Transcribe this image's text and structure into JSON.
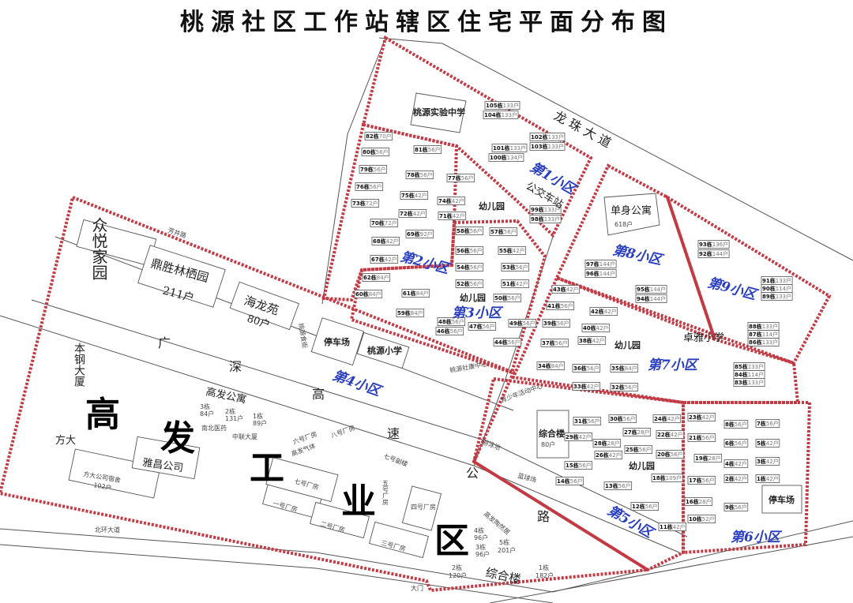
{
  "title": "桃源社区工作站辖区住宅平面分布图",
  "roads": {
    "longzhu": "龙 珠 大 道",
    "guangshen": [
      "广",
      "深",
      "高",
      "速",
      "公",
      "路"
    ],
    "beihuan": "北环大道",
    "fangjing": "芳井路",
    "damen": "大门",
    "taoyuan_food_street": "桃源食街"
  },
  "zones": [
    "第1小区",
    "第2小区",
    "第3小区",
    "第4小区",
    "第5小区",
    "第6小区",
    "第7小区",
    "第8小区",
    "第9小区"
  ],
  "industrial_area": [
    "高",
    "发",
    "工",
    "业",
    "区"
  ],
  "landmarks": {
    "school_middle": "桃源实验中学",
    "bus_stop": "公交车站",
    "kindergarten_2": "幼儿园",
    "kindergarten_3": "幼儿园",
    "kindergarten_7": "幼儿园",
    "kindergarten_5": "幼儿园",
    "singles_apartment": "单身公寓",
    "singles_apartment_households": "618户",
    "zhuoya_school": "卓雅小学",
    "parking_4": "停车场",
    "taoyuan_primary": "桃源小学",
    "health_center": "桃源社康中心",
    "youth_center": "青少年活动中心",
    "swimming_pool": "游泳池",
    "complex_5": "综合楼",
    "complex_5_households": "80户",
    "basketball": "蓝球场",
    "parking_6": "停车场",
    "zhongyue": "众悦家园",
    "dingsheng": "鼎胜林栖园",
    "dingsheng_households": "211户",
    "hailong": "海龙苑",
    "hailong_households": "80户",
    "bengang": "本钢大厦",
    "gaofa_apartment": "高发公寓",
    "gf_b3": "3栋",
    "gf_b3_h": "84户",
    "gf_b2": "2栋",
    "gf_b2_h": "131户",
    "gf_b1": "1栋",
    "gf_b1_h": "89户",
    "nanbei": "南北医药",
    "zhonglian": "中联大厦",
    "fangda": "方大",
    "yachang": "雅昌公司",
    "fangda_dorm": "方大公司宿舍",
    "fangda_dorm_households": "102户",
    "factory6": "六号厂房",
    "gaofa_gas": "高发气体",
    "factory8": "八号厂房",
    "factory7": "七号厂房",
    "factory7_annex": "七号副楼",
    "factory5": "五号厂房",
    "factory4": "四号厂房",
    "factory1": "一号厂房",
    "factory2": "二号厂房",
    "factory3": "三号厂房",
    "taoranju": "高发陶然居",
    "tr_b4": "4栋",
    "tr_b4_h": "96户",
    "tr_b3": "3栋",
    "tr_b3_h": "96户",
    "tr_b2": "2栋",
    "tr_b2_h": "120户",
    "tr_b5": "5栋",
    "tr_b5_h": "201户",
    "tr_b1": "1栋",
    "tr_b1_h": "182户",
    "complex_ind": "综合楼"
  },
  "buildings": [
    {
      "b": "105栋",
      "h": "133户"
    },
    {
      "b": "104栋",
      "h": "133户"
    },
    {
      "b": "102栋",
      "h": "133户"
    },
    {
      "b": "103栋",
      "h": "133户"
    },
    {
      "b": "101栋",
      "h": "133户"
    },
    {
      "b": "100栋",
      "h": "134户"
    },
    {
      "b": "99栋",
      "h": "133户"
    },
    {
      "b": "98栋",
      "h": "133户"
    },
    {
      "b": "82栋",
      "h": "70户"
    },
    {
      "b": "80栋",
      "h": "56户"
    },
    {
      "b": "79栋",
      "h": "56户"
    },
    {
      "b": "76栋",
      "h": "56户"
    },
    {
      "b": "73栋",
      "h": "72户"
    },
    {
      "b": "81栋",
      "h": "56户"
    },
    {
      "b": "78栋",
      "h": "56户"
    },
    {
      "b": "77栋",
      "h": "56户"
    },
    {
      "b": "75栋",
      "h": "42户"
    },
    {
      "b": "74栋",
      "h": "42户"
    },
    {
      "b": "72栋",
      "h": "42户"
    },
    {
      "b": "71栋",
      "h": "42户"
    },
    {
      "b": "69栋",
      "h": "92户"
    },
    {
      "b": "70栋",
      "h": "72户"
    },
    {
      "b": "68栋",
      "h": "42户"
    },
    {
      "b": "67栋",
      "h": "42户"
    },
    {
      "b": "58栋",
      "h": "56户"
    },
    {
      "b": "57栋",
      "h": "56户"
    },
    {
      "b": "56栋",
      "h": "56户"
    },
    {
      "b": "55栋",
      "h": "42户"
    },
    {
      "b": "54栋",
      "h": "56户"
    },
    {
      "b": "53栋",
      "h": "56户"
    },
    {
      "b": "52栋",
      "h": "56户"
    },
    {
      "b": "51栋",
      "h": "42户"
    },
    {
      "b": "62栋",
      "h": "84户"
    },
    {
      "b": "61栋",
      "h": "84户"
    },
    {
      "b": "60栋",
      "h": "84户"
    },
    {
      "b": "59栋",
      "h": "84户"
    },
    {
      "b": "50栋",
      "h": "56户"
    },
    {
      "b": "49栋",
      "h": "56户"
    },
    {
      "b": "48栋",
      "h": "56户"
    },
    {
      "b": "47栋",
      "h": "56户"
    },
    {
      "b": "46栋",
      "h": "56户"
    },
    {
      "b": "44栋",
      "h": "56户"
    },
    {
      "b": "43栋",
      "h": "42户"
    },
    {
      "b": "41栋",
      "h": "56户"
    },
    {
      "b": "42栋",
      "h": "42户"
    },
    {
      "b": "39栋",
      "h": "56户"
    },
    {
      "b": "40栋",
      "h": "42户"
    },
    {
      "b": "38栋",
      "h": "42户"
    },
    {
      "b": "37栋",
      "h": "56户"
    },
    {
      "b": "36栋",
      "h": "56户"
    },
    {
      "b": "35栋",
      "h": "84户"
    },
    {
      "b": "34栋",
      "h": "84户"
    },
    {
      "b": "33栋",
      "h": "42户"
    },
    {
      "b": "32栋",
      "h": "56户"
    },
    {
      "b": "97栋",
      "h": "144户"
    },
    {
      "b": "96栋",
      "h": "144户"
    },
    {
      "b": "95栋",
      "h": "144户"
    },
    {
      "b": "94栋",
      "h": "144户"
    },
    {
      "b": "93栋",
      "h": "136户"
    },
    {
      "b": "92栋",
      "h": "144户"
    },
    {
      "b": "91栋",
      "h": "133户"
    },
    {
      "b": "90栋",
      "h": "114户"
    },
    {
      "b": "89栋",
      "h": "133户"
    },
    {
      "b": "88栋",
      "h": "133户"
    },
    {
      "b": "87栋",
      "h": "114户"
    },
    {
      "b": "86栋",
      "h": "133户"
    },
    {
      "b": "85栋",
      "h": "133户"
    },
    {
      "b": "84栋",
      "h": "114户"
    },
    {
      "b": "83栋",
      "h": "133户"
    },
    {
      "b": "31栋",
      "h": "56户"
    },
    {
      "b": "30栋",
      "h": "56户"
    },
    {
      "b": "24栋",
      "h": "42户"
    },
    {
      "b": "29栋",
      "h": "42户"
    },
    {
      "b": "28栋",
      "h": "28户"
    },
    {
      "b": "27栋",
      "h": "28户"
    },
    {
      "b": "22栋",
      "h": "42户"
    },
    {
      "b": "26栋",
      "h": "42户"
    },
    {
      "b": "20栋",
      "h": "56户"
    },
    {
      "b": "25栋",
      "h": "56户"
    },
    {
      "b": "18栋",
      "h": "109户"
    },
    {
      "b": "15栋",
      "h": "56户"
    },
    {
      "b": "14栋",
      "h": "56户"
    },
    {
      "b": "13栋",
      "h": "56户"
    },
    {
      "b": "12栋",
      "h": "56户"
    },
    {
      "b": "11栋",
      "h": "42户"
    },
    {
      "b": "23栋",
      "h": "42户"
    },
    {
      "b": "21栋",
      "h": "56户"
    },
    {
      "b": "19栋",
      "h": "28户"
    },
    {
      "b": "17栋",
      "h": "56户"
    },
    {
      "b": "16栋",
      "h": "28户"
    },
    {
      "b": "8栋",
      "h": "56户"
    },
    {
      "b": "7栋",
      "h": "56户"
    },
    {
      "b": "6栋",
      "h": "56户"
    },
    {
      "b": "5栋",
      "h": "42户"
    },
    {
      "b": "4栋",
      "h": "42户"
    },
    {
      "b": "3栋",
      "h": "42户"
    },
    {
      "b": "2栋",
      "h": "42户"
    },
    {
      "b": "1栋",
      "h": "42户"
    },
    {
      "b": "9栋",
      "h": "56户"
    },
    {
      "b": "10栋",
      "h": "52户"
    }
  ]
}
